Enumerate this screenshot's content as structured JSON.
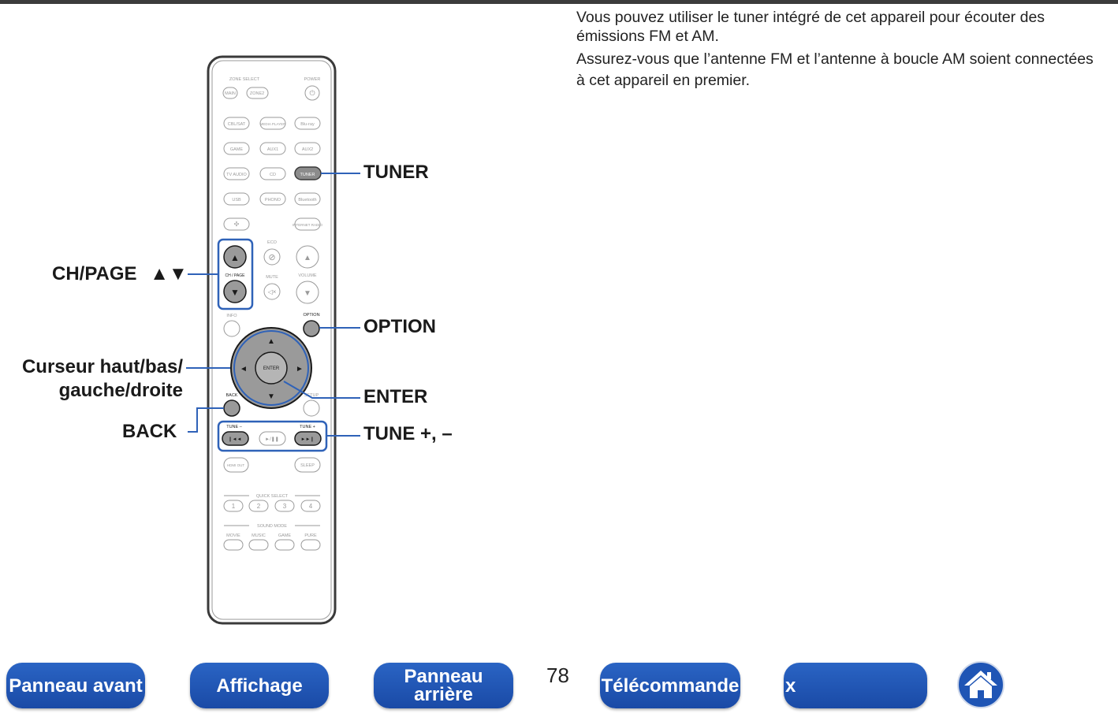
{
  "intro": {
    "line1": "Vous pouvez utiliser le tuner intégré de cet appareil pour écouter des émissions FM et AM.",
    "line2": "Assurez-vous que l’antenne FM et l’antenne à boucle AM soient connectées à cet appareil en premier."
  },
  "callouts": {
    "tuner": "TUNER",
    "option": "OPTION",
    "enter": "ENTER",
    "tune": "TUNE +, –",
    "chpage": "CH/PAGE",
    "chpage_arrows": "▲▼",
    "cursor1": "Curseur haut/bas/",
    "cursor2": "gauche/droite",
    "back": "BACK"
  },
  "remote": {
    "zone_select": "ZONE SELECT",
    "power": "POWER",
    "main": "MAIN",
    "zone2": "ZONE2",
    "cbl_sat": "CBL/SAT",
    "media_player": "MEDIA PLAYER",
    "bluray": "Blu-ray",
    "game": "GAME",
    "aux1": "AUX1",
    "aux2": "AUX2",
    "tv_audio": "TV AUDIO",
    "cd": "CD",
    "tuner": "TUNER",
    "usb": "USB",
    "phono": "PHONO",
    "bluetooth": "Bluetooth",
    "internet_radio": "INTERNET RADIO",
    "eco": "ECO",
    "ch_page": "CH / PAGE",
    "mute": "MUTE",
    "volume": "VOLUME",
    "info": "INFO",
    "option": "OPTION",
    "enter": "ENTER",
    "back": "BACK",
    "setup": "SETUP",
    "tune_minus": "TUNE –",
    "tune_plus": "TUNE +",
    "play_pause": "►/❚❚",
    "prev": "❙◄◄",
    "next": "►►❙",
    "hdmi_out": "HDMI OUT",
    "sleep": "SLEEP",
    "quick_select": "QUICK SELECT",
    "q1": "1",
    "q2": "2",
    "q3": "3",
    "q4": "4",
    "sound_mode": "SOUND MODE",
    "movie": "MOVIE",
    "music": "MUSIC",
    "game_mode": "GAME",
    "pure": "PURE"
  },
  "nav": {
    "front_panel": "Panneau avant",
    "display": "Affichage",
    "rear_panel_1": "Panneau",
    "rear_panel_2": "arrière",
    "page_number": "78",
    "remote": "Télécommande",
    "index_fragment": "x",
    "home_icon": "home-icon"
  },
  "colors": {
    "nav_blue": "#1f55b5",
    "callout_line": "#2f62b8"
  }
}
